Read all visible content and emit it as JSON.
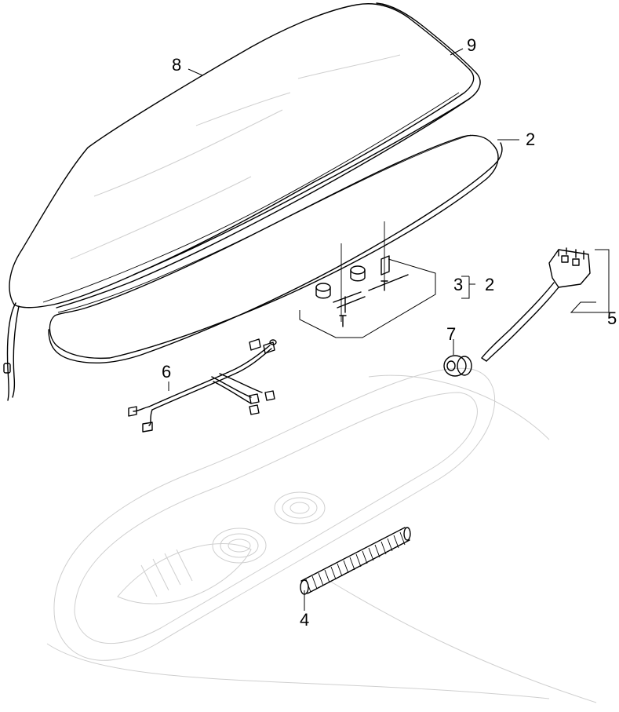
{
  "callouts": {
    "part_8": "8",
    "part_9": "9",
    "part_2_top": "2",
    "part_3": "3",
    "part_2_bracket": "2",
    "part_5": "5",
    "part_7": "7",
    "part_6": "6",
    "part_4": "4"
  },
  "colors": {
    "line": "#000000",
    "ghost": "#cfcfcf",
    "mesh": "#9a9a9a",
    "background": "#ffffff"
  }
}
